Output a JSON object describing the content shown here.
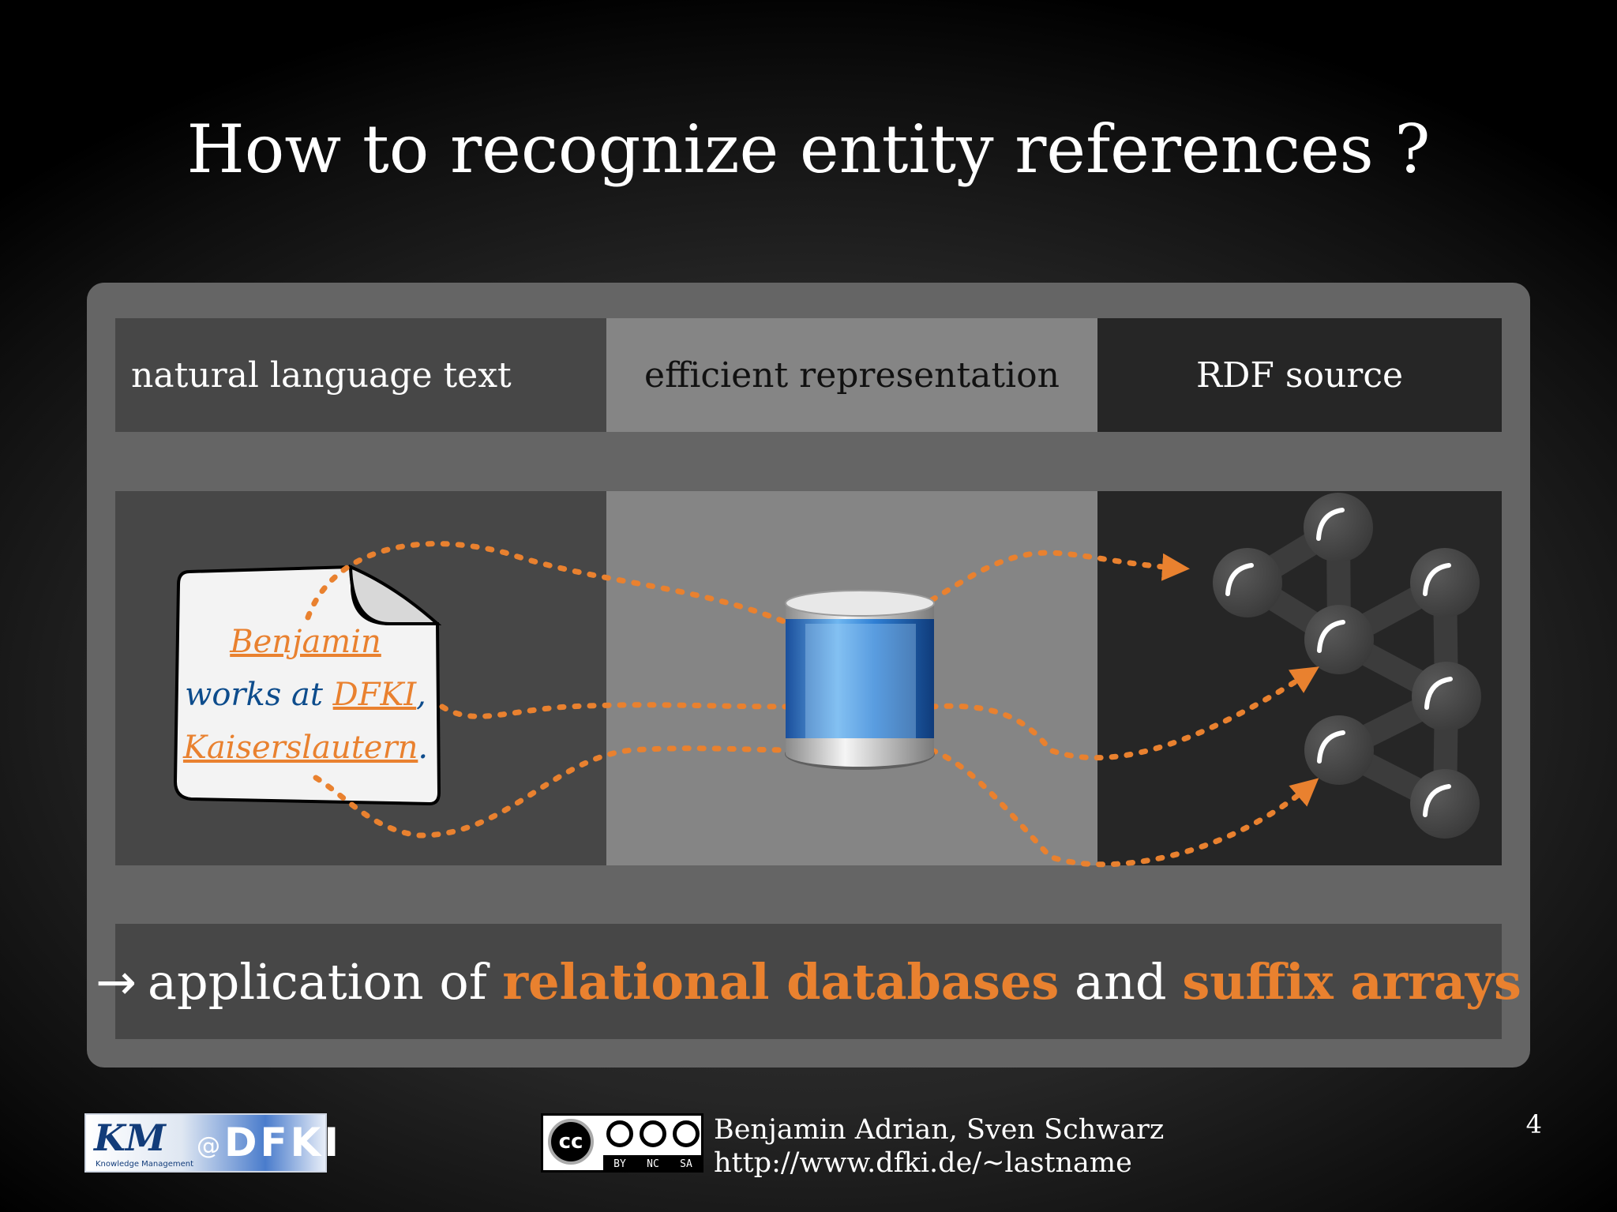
{
  "slide": {
    "title": "How to recognize entity references ?",
    "page_number": "4"
  },
  "columns": [
    {
      "header": "natural language text"
    },
    {
      "header": "efficient representation"
    },
    {
      "header": "RDF source"
    }
  ],
  "document": {
    "entity_1": "Benjamin",
    "text_1": "works at",
    "entity_2": "DFKI",
    "comma": ",",
    "entity_3": "Kaiserslautern",
    "period": "."
  },
  "conclusion": {
    "arrow": "→",
    "text_1": "application of",
    "highlight_1": "relational databases",
    "text_2": "and",
    "highlight_2": "suffix arrays"
  },
  "footer": {
    "logo_text": "KM@DFKI",
    "logo_subtitle": "Knowledge Management",
    "license_badge": "cc",
    "license_labels": [
      "BY",
      "NC",
      "SA"
    ],
    "authors": "Benjamin Adrian, Sven Schwarz",
    "url": "http://www.dfki.de/~lastname"
  },
  "colors": {
    "accent": "#e9812f",
    "doc_text": "#0d4c8c",
    "panel": "#656565"
  },
  "icons": [
    "document-icon",
    "database-icon",
    "rdf-graph-icon"
  ]
}
